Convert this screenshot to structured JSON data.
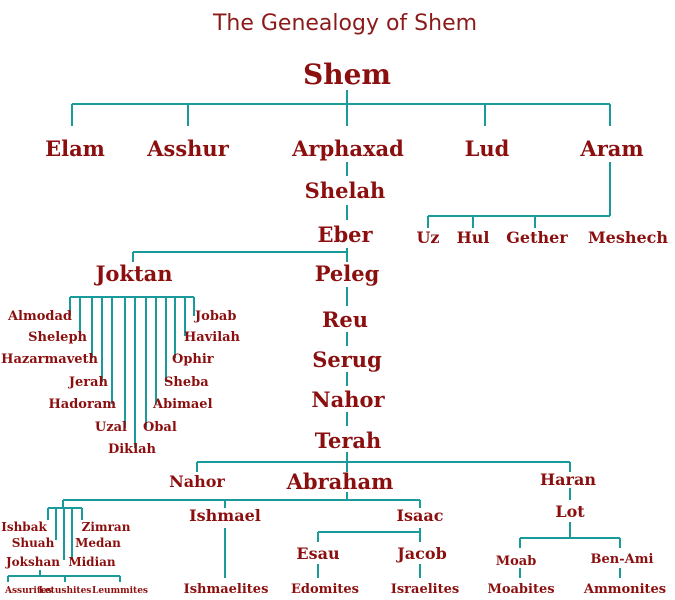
{
  "title": "The Genealogy of Shem",
  "nodes": {
    "shem": "Shem",
    "elam": "Elam",
    "asshur": "Asshur",
    "arphaxad": "Arphaxad",
    "lud": "Lud",
    "aram": "Aram",
    "shelah": "Shelah",
    "eber": "Eber",
    "uz": "Uz",
    "hul": "Hul",
    "gether": "Gether",
    "meshech": "Meshech",
    "joktan": "Joktan",
    "peleg": "Peleg",
    "reu": "Reu",
    "serug": "Serug",
    "nahor1": "Nahor",
    "terah": "Terah",
    "almodad": "Almodad",
    "sheleph": "Sheleph",
    "hazarmaveth": "Hazarmaveth",
    "jerah": "Jerah",
    "hadoram": "Hadoram",
    "uzal": "Uzal",
    "diklah": "Diklah",
    "obal": "Obal",
    "abimael": "Abimael",
    "sheba": "Sheba",
    "ophir": "Ophir",
    "havilah": "Havilah",
    "jobab": "Jobab",
    "nahor2": "Nahor",
    "abraham": "Abraham",
    "haran": "Haran",
    "ishbak": "Ishbak",
    "zimran": "Zimran",
    "shuah": "Shuah",
    "medan": "Medan",
    "jokshan": "Jokshan",
    "midian": "Midian",
    "assurites": "Assurites",
    "letushites": "Letushites",
    "leummites": "Leummites",
    "ishmael": "Ishmael",
    "isaac": "Isaac",
    "lot": "Lot",
    "esau": "Esau",
    "jacob": "Jacob",
    "moab": "Moab",
    "benami": "Ben-Ami",
    "ishmaelites": "Ishmaelites",
    "edomites": "Edomites",
    "israelites": "Israelites",
    "moabites": "Moabites",
    "ammonites": "Ammonites"
  }
}
